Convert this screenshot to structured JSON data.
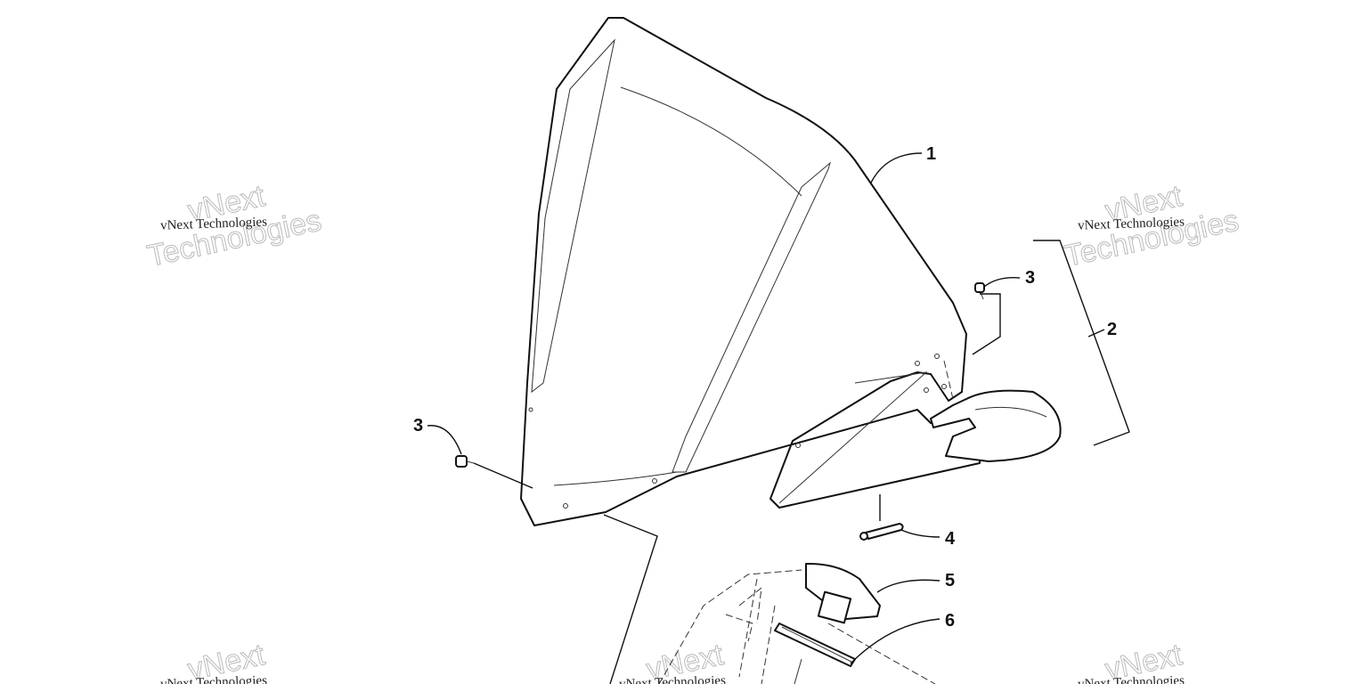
{
  "diagram": {
    "callouts": [
      {
        "id": "c1",
        "label": "1"
      },
      {
        "id": "c2",
        "label": "2"
      },
      {
        "id": "c3a",
        "label": "3"
      },
      {
        "id": "c3b",
        "label": "3"
      },
      {
        "id": "c4",
        "label": "4"
      },
      {
        "id": "c5",
        "label": "5"
      },
      {
        "id": "c6",
        "label": "6"
      }
    ]
  },
  "watermark": {
    "line": "vNext Technologies",
    "big_top": "vNext",
    "big_bottom": "Technologies"
  }
}
